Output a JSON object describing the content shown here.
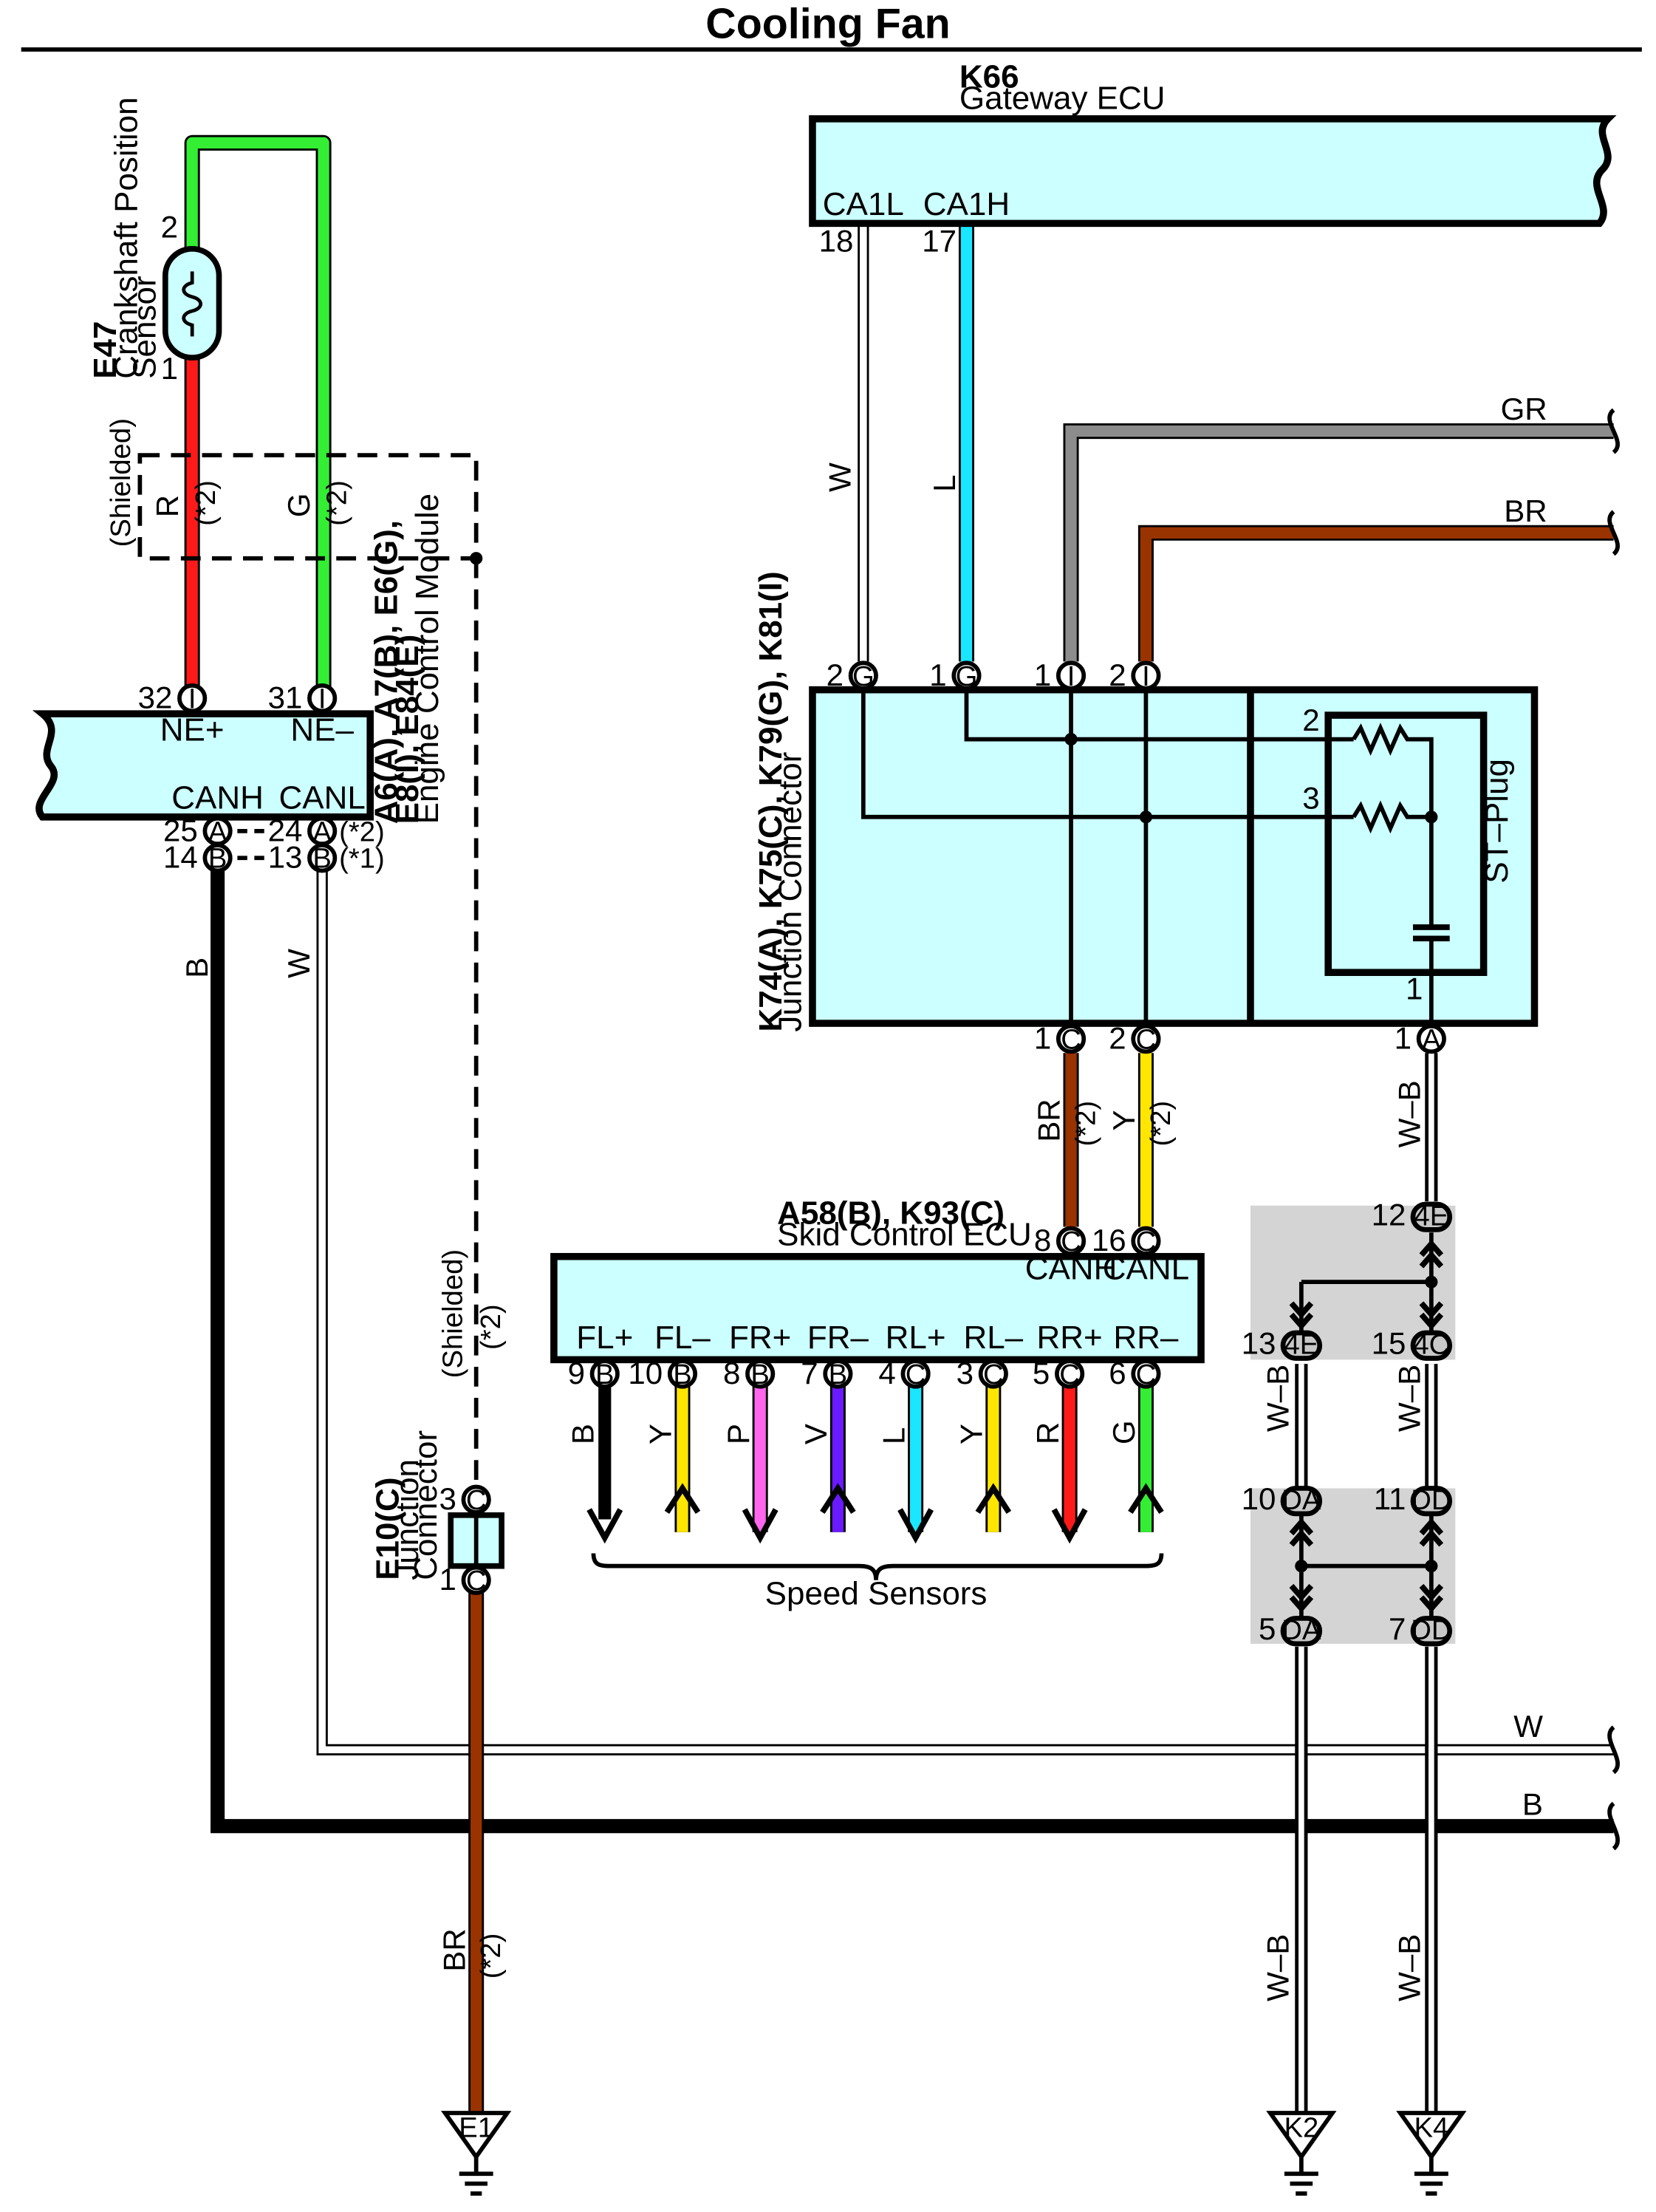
{
  "title": "Cooling Fan",
  "components": {
    "e47": {
      "id": "E47",
      "lines": [
        "Crankshaft Position",
        "Sensor"
      ],
      "pin_top": "2",
      "pin_bottom": "1"
    },
    "k66": {
      "id": "K66",
      "name": "Gateway ECU",
      "sig_l": "CA1L",
      "sig_h": "CA1H",
      "pin_l": "18",
      "pin_h": "17"
    },
    "ecm": {
      "ids": [
        "A6(A), A7(B), E6(G),",
        "E8(I), E84(E)"
      ],
      "name": "Engine Control Module",
      "sig_ne_plus": "NE+",
      "sig_ne_minus": "NE–",
      "sig_canh": "CANH",
      "sig_canl": "CANL",
      "pin_ne_plus": "32",
      "pin_ne_minus": "31",
      "pin_25": "25",
      "pin_24": "24",
      "pin_14": "14",
      "pin_13": "13",
      "note_a": "(*2)",
      "note_b": "(*1)"
    },
    "jc": {
      "ids": "K74(A), K75(C), K79(G), K81(I)",
      "name": "Junction Connector",
      "stplug": "ST–Plug",
      "pin_w": "2",
      "pin_l": "1",
      "pin_gr": "1",
      "pin_br": "2",
      "res_top": "2",
      "res_bot": "3",
      "cap": "1",
      "pin_c1": "1",
      "pin_c2": "2",
      "pin_a1": "1"
    },
    "skid": {
      "id": "A58(B), K93(C)",
      "name": "Skid Control ECU",
      "sig_canh": "CANH",
      "sig_canl": "CANL",
      "pin_canh": "8",
      "pin_canl": "16",
      "outputs": [
        {
          "sig": "FL+",
          "pin": "9",
          "term": "B",
          "wire": "B"
        },
        {
          "sig": "FL–",
          "pin": "10",
          "term": "B",
          "wire": "Y"
        },
        {
          "sig": "FR+",
          "pin": "8",
          "term": "B",
          "wire": "P"
        },
        {
          "sig": "FR–",
          "pin": "7",
          "term": "B",
          "wire": "V"
        },
        {
          "sig": "RL+",
          "pin": "4",
          "term": "C",
          "wire": "L"
        },
        {
          "sig": "RL–",
          "pin": "3",
          "term": "C",
          "wire": "Y"
        },
        {
          "sig": "RR+",
          "pin": "5",
          "term": "C",
          "wire": "R"
        },
        {
          "sig": "RR–",
          "pin": "6",
          "term": "C",
          "wire": "G"
        }
      ],
      "brace_label": "Speed Sensors"
    },
    "e10": {
      "id": "E10(C)",
      "lines": [
        "Junction",
        "Connector"
      ],
      "pin_top": "3",
      "pin_bottom": "1"
    },
    "jb": {
      "pins": [
        "12",
        "13",
        "15",
        "10",
        "11",
        "5",
        "7"
      ],
      "terms": [
        "4E",
        "4E",
        "4C",
        "DA",
        "DD",
        "DA",
        "DD"
      ]
    },
    "grounds": [
      "E1",
      "K2",
      "K4"
    ]
  },
  "terminals": {
    "A": "A",
    "B": "B",
    "C": "C",
    "G": "G",
    "I": "I"
  },
  "wires": {
    "r": "R",
    "g": "G",
    "w": "W",
    "l": "L",
    "gr": "GR",
    "br": "BR",
    "b": "B",
    "y": "Y",
    "wb": "W–B",
    "shielded": "(Shielded)",
    "note2": "(*2)"
  },
  "colors": {
    "ecu_fill": "#ccffff",
    "red": "#ff1a1a",
    "green": "#33ee33",
    "cyan": "#1ae6ff",
    "gray": "#8c8c8c",
    "brown": "#993300",
    "yellow": "#ffe600",
    "pink": "#ff66ee",
    "violet": "#6a1aff",
    "black": "#000000",
    "junction_block": "#d4d4d4"
  }
}
